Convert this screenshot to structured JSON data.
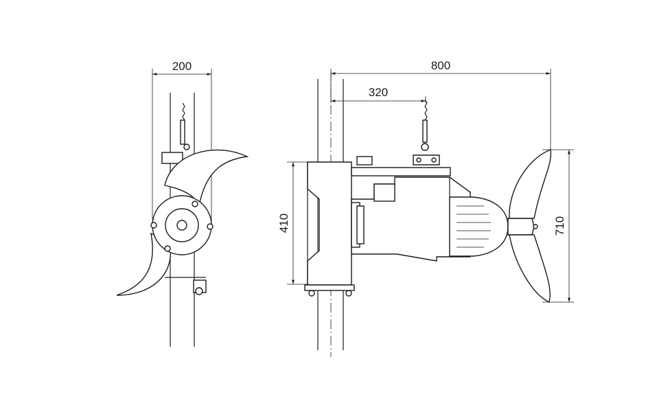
{
  "dimensions": {
    "width_front": "200",
    "length_total": "800",
    "offset_lift": "320",
    "height_bracket": "410",
    "propeller_diameter": "710"
  }
}
